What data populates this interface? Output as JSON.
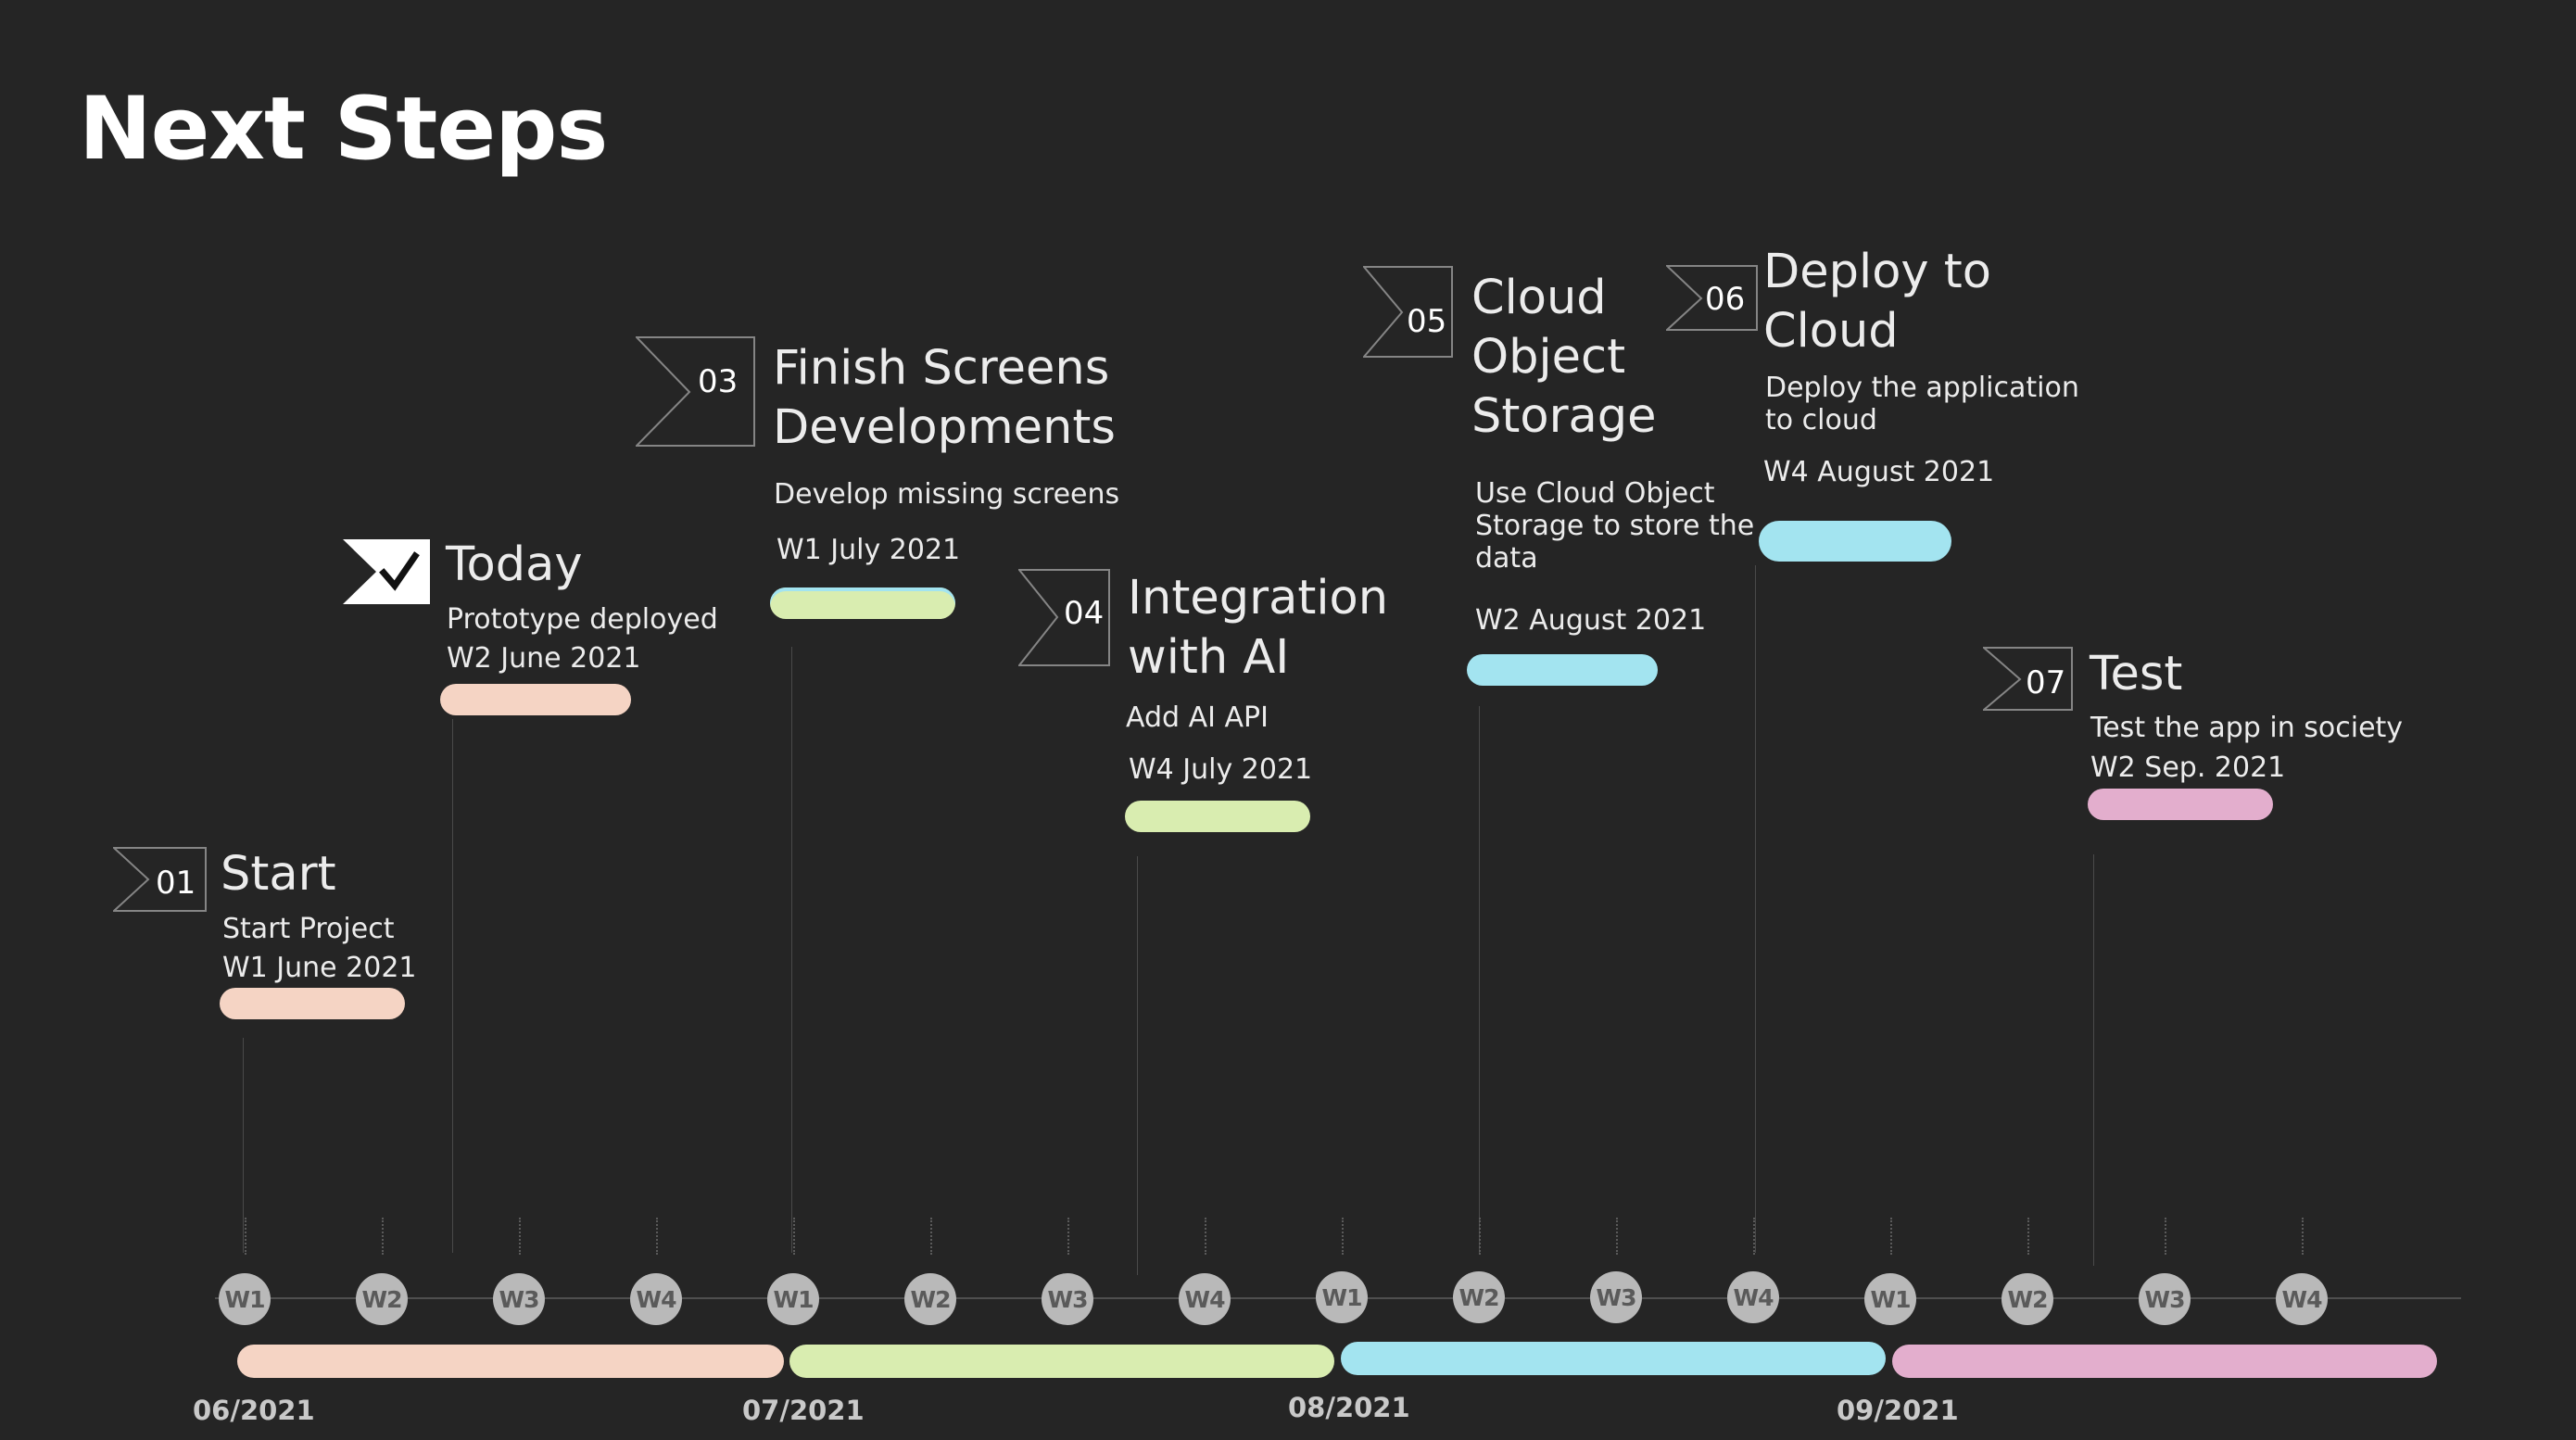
{
  "title": "Next Steps",
  "colors": {
    "background": "#252525",
    "peach": "#f5d4c4",
    "green": "#d9edb0",
    "cyan": "#a3e4f0",
    "pink": "#e3aecd"
  },
  "milestones": [
    {
      "number": "01",
      "title": "Start",
      "description": "Start Project",
      "date": "W1 June 2021"
    },
    {
      "number": "",
      "icon": "check-icon",
      "title": "Today",
      "description": "Prototype deployed",
      "date": "W2 June 2021"
    },
    {
      "number": "03",
      "title": "Finish Screens\nDevelopments",
      "description": "Develop missing screens",
      "date": "W1 July 2021"
    },
    {
      "number": "04",
      "title": "Integration\nwith AI",
      "description": "Add AI API",
      "date": "W4 July 2021"
    },
    {
      "number": "05",
      "title": "Cloud\nObject\nStorage",
      "description": "Use Cloud Object\nStorage to store the\ndata",
      "date": "W2 August 2021"
    },
    {
      "number": "06",
      "title": "Deploy to\nCloud",
      "description": "Deploy the application\nto cloud",
      "date": "W4 August 2021"
    },
    {
      "number": "07",
      "title": "Test",
      "description": "Test the app in society",
      "date": "W2 Sep. 2021"
    }
  ],
  "weeks": [
    "W1",
    "W2",
    "W3",
    "W4",
    "W1",
    "W2",
    "W3",
    "W4",
    "W1",
    "W2",
    "W3",
    "W4",
    "W1",
    "W2",
    "W3",
    "W4"
  ],
  "months": [
    "06/2021",
    "07/2021",
    "08/2021",
    "09/2021"
  ]
}
